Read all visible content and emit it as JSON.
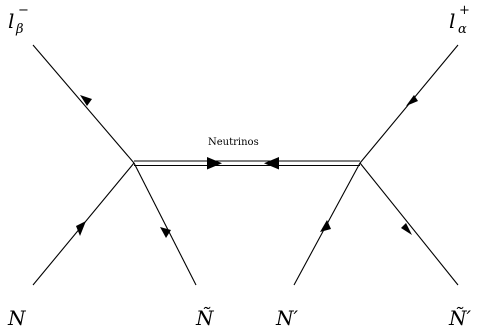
{
  "labels": {
    "top_left": {
      "base": "l",
      "sup": "−",
      "sub": "β"
    },
    "top_right": {
      "base": "l",
      "sup": "+",
      "sub": "α"
    },
    "bottom_left": "N",
    "bottom_left_tilde": "Ñ",
    "bottom_right": "N′",
    "bottom_right_tilde": "Ñ′",
    "propagator": "Neutrinos"
  }
}
